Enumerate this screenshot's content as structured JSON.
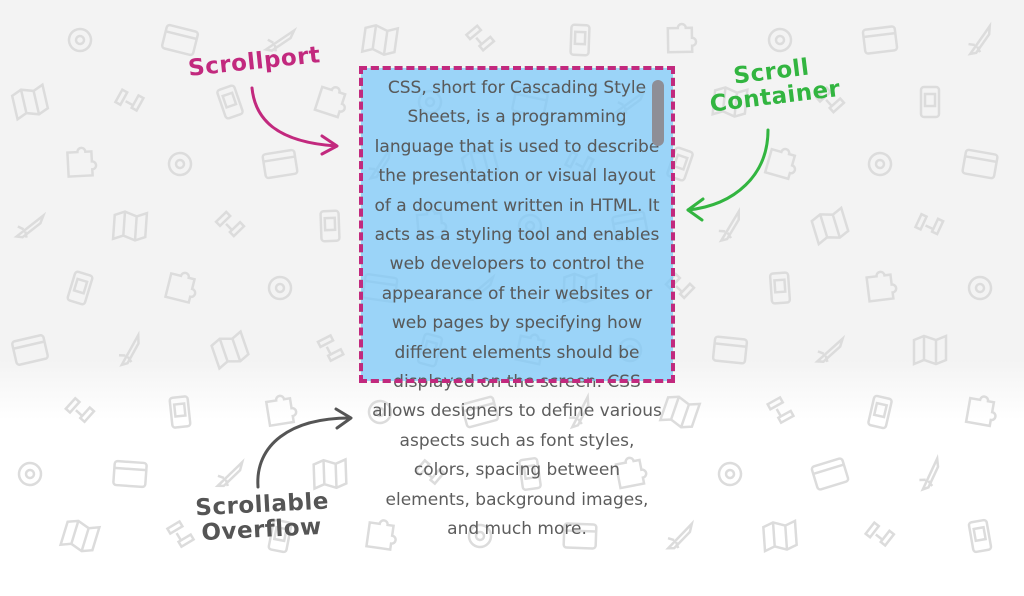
{
  "labels": {
    "scrollport": "Scrollport",
    "scroll_container_line1": "Scroll",
    "scroll_container_line2": "Container",
    "scrollable_overflow_line1": "Scrollable",
    "scrollable_overflow_line2": "Overflow"
  },
  "content": {
    "paragraph": "CSS, short for Cascading Style Sheets, is a programming language that is used to describe the presentation or visual layout of a document written in HTML. It acts as a styling tool and enables web developers to control the appearance of their websites or web pages by specifying how different elements should be displayed on the screen. CSS allows designers to define various aspects such as font styles, colors, spacing between elements, background images, and much more."
  },
  "colors": {
    "scrollport": "#c2297e",
    "scroll_container": "#32b540",
    "scrollable_overflow": "#555555",
    "scrollport_fill": "#7ac8fa"
  },
  "icons": [
    "gear-icon",
    "browser-window-icon",
    "rocket-icon",
    "map-icon",
    "satellite-icon",
    "phone-icon",
    "puzzle-icon"
  ]
}
